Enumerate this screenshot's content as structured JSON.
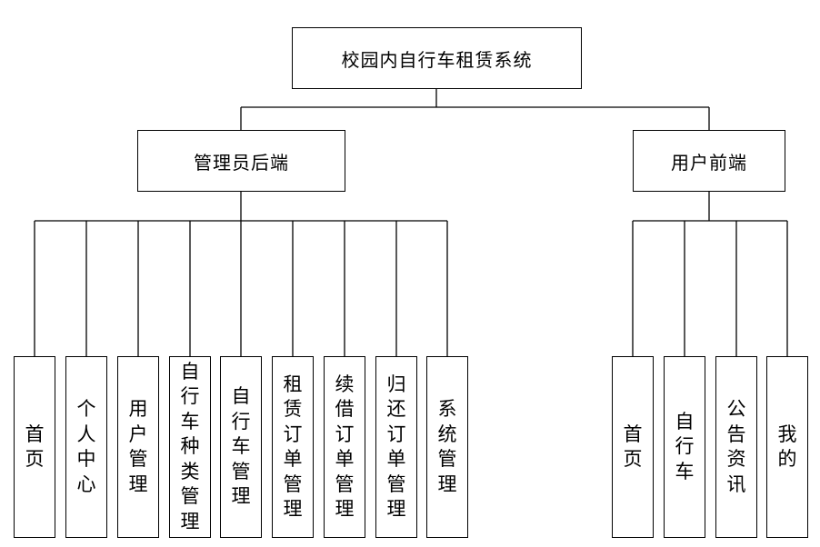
{
  "diagram": {
    "type": "hierarchy",
    "root": {
      "label": "校园内自行车租赁系统"
    },
    "branches": [
      {
        "label": "管理员后端",
        "children": [
          "首页",
          "个人中心",
          "用户管理",
          "自行车种类管理",
          "自行车管理",
          "租赁订单管理",
          "续借订单管理",
          "归还订单管理",
          "系统管理"
        ]
      },
      {
        "label": "用户前端",
        "children": [
          "首页",
          "自行车",
          "公告资讯",
          "我的"
        ]
      }
    ]
  }
}
